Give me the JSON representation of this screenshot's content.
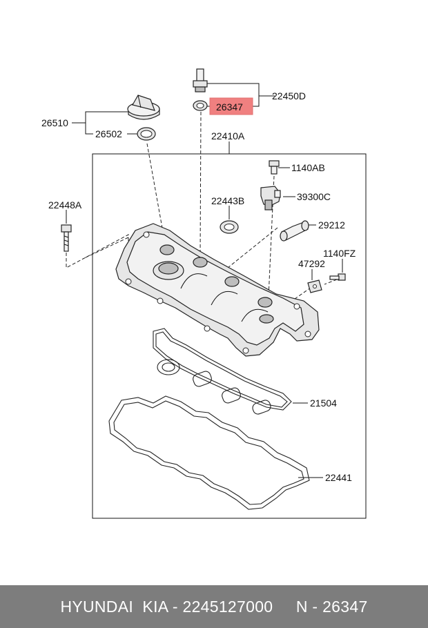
{
  "diagram": {
    "labels": {
      "p22450D": "22450D",
      "p26347": "26347",
      "p26510": "26510",
      "p26502": "26502",
      "p22410A": "22410A",
      "p1140AB": "1140AB",
      "p39300C": "39300C",
      "p22443B": "22443B",
      "p22448A": "22448A",
      "p29212": "29212",
      "p1140FZ": "1140FZ",
      "p47292": "47292",
      "p21504": "21504",
      "p22441": "22441"
    },
    "highlight_color": "#f08080"
  },
  "footer": {
    "text": "HYUNDAI  KIA - 2245127000     N - 26347"
  }
}
